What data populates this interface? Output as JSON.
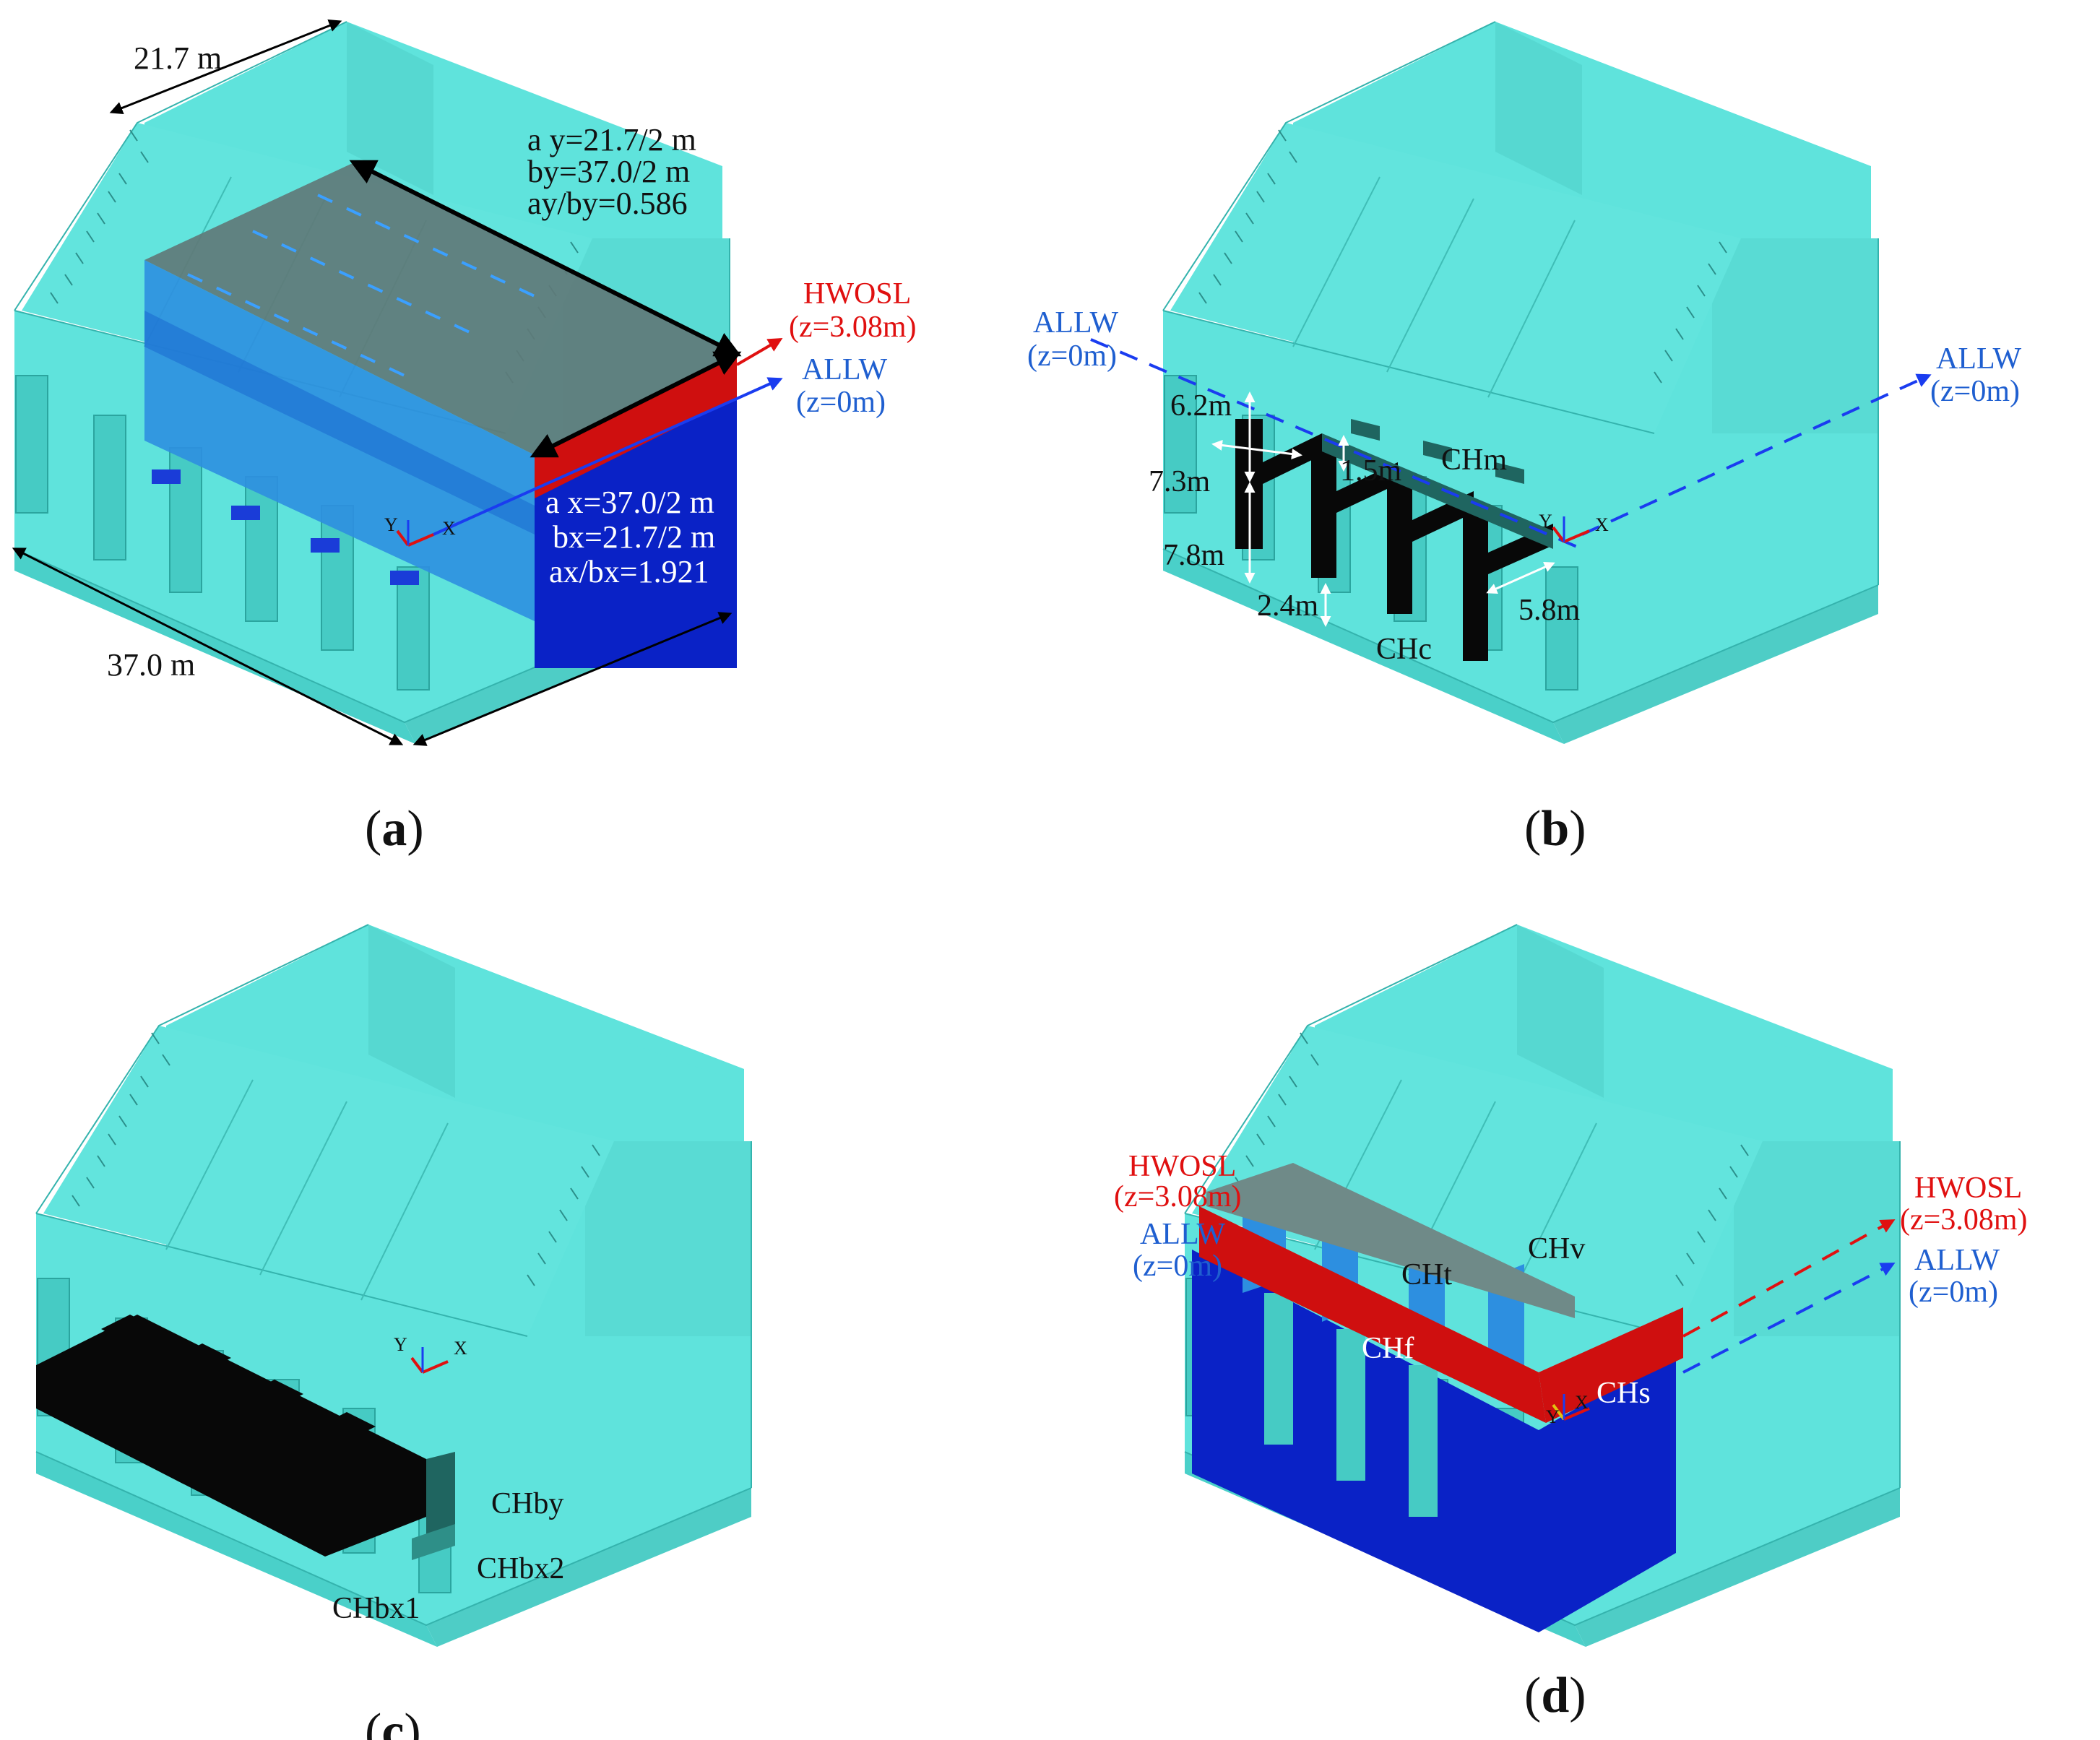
{
  "panels": {
    "a": {
      "caption_open": "(",
      "caption_letter": "a",
      "caption_close": ")",
      "dim_top": "21.7 m",
      "dim_bottom": "37.0 m",
      "ay": "a y=21.7/2 m",
      "by": "by=37.0/2 m",
      "ay_by": "ay/by=0.586",
      "ax": "a x=37.0/2 m",
      "bx": "bx=21.7/2 m",
      "ax_bx": "ax/bx=1.921",
      "hwosl": "HWOSL",
      "hwosl_z": "(z=3.08m)",
      "allw": "ALLW",
      "allw_z": "(z=0m)",
      "axis_y": "Y",
      "axis_x": "X"
    },
    "b": {
      "caption_open": "(",
      "caption_letter": "b",
      "caption_close": ")",
      "allw_left": "ALLW",
      "allw_left_z": "(z=0m)",
      "allw_right": "ALLW",
      "allw_right_z": "(z=0m)",
      "d_6_2": "6.2m",
      "d_7_3": "7.3m",
      "d_1_5": "1.5m",
      "d_7_8": "7.8m",
      "d_2_4": "2.4m",
      "d_5_8": "5.8m",
      "chm": "CHm",
      "chc": "CHc",
      "axis_y": "Y",
      "axis_x": "X"
    },
    "c": {
      "caption_open": "(",
      "caption_letter": "c",
      "caption_close": ")",
      "chby": "CHby",
      "chbx2": "CHbx2",
      "chbx1": "CHbx1",
      "axis_y": "Y",
      "axis_x": "X"
    },
    "d": {
      "caption_open": "(",
      "caption_letter": "d",
      "caption_close": ")",
      "hwosl_left": "HWOSL",
      "hwosl_left_z": "(z=3.08m)",
      "allw_left": "ALLW",
      "allw_left_z": "(z=0m)",
      "hwosl_right": "HWOSL",
      "hwosl_right_z": "(z=3.08m)",
      "allw_right": "ALLW",
      "allw_right_z": "(z=0m)",
      "cht": "CHt",
      "chv": "CHv",
      "chf": "CHf",
      "chs": "CHs",
      "axis_y": "Y",
      "axis_x": "X"
    }
  },
  "colors": {
    "building": "#5fe3dc",
    "building_dark": "#38c2ba",
    "building_edge": "#2ba59f",
    "water_top": "#5f7a78",
    "water_mid": "#2d8fe0",
    "water_deep": "#0a22c6",
    "free_surface": "#cf0f0f",
    "ducts": "#080808",
    "ducts_light": "#1f6560"
  }
}
